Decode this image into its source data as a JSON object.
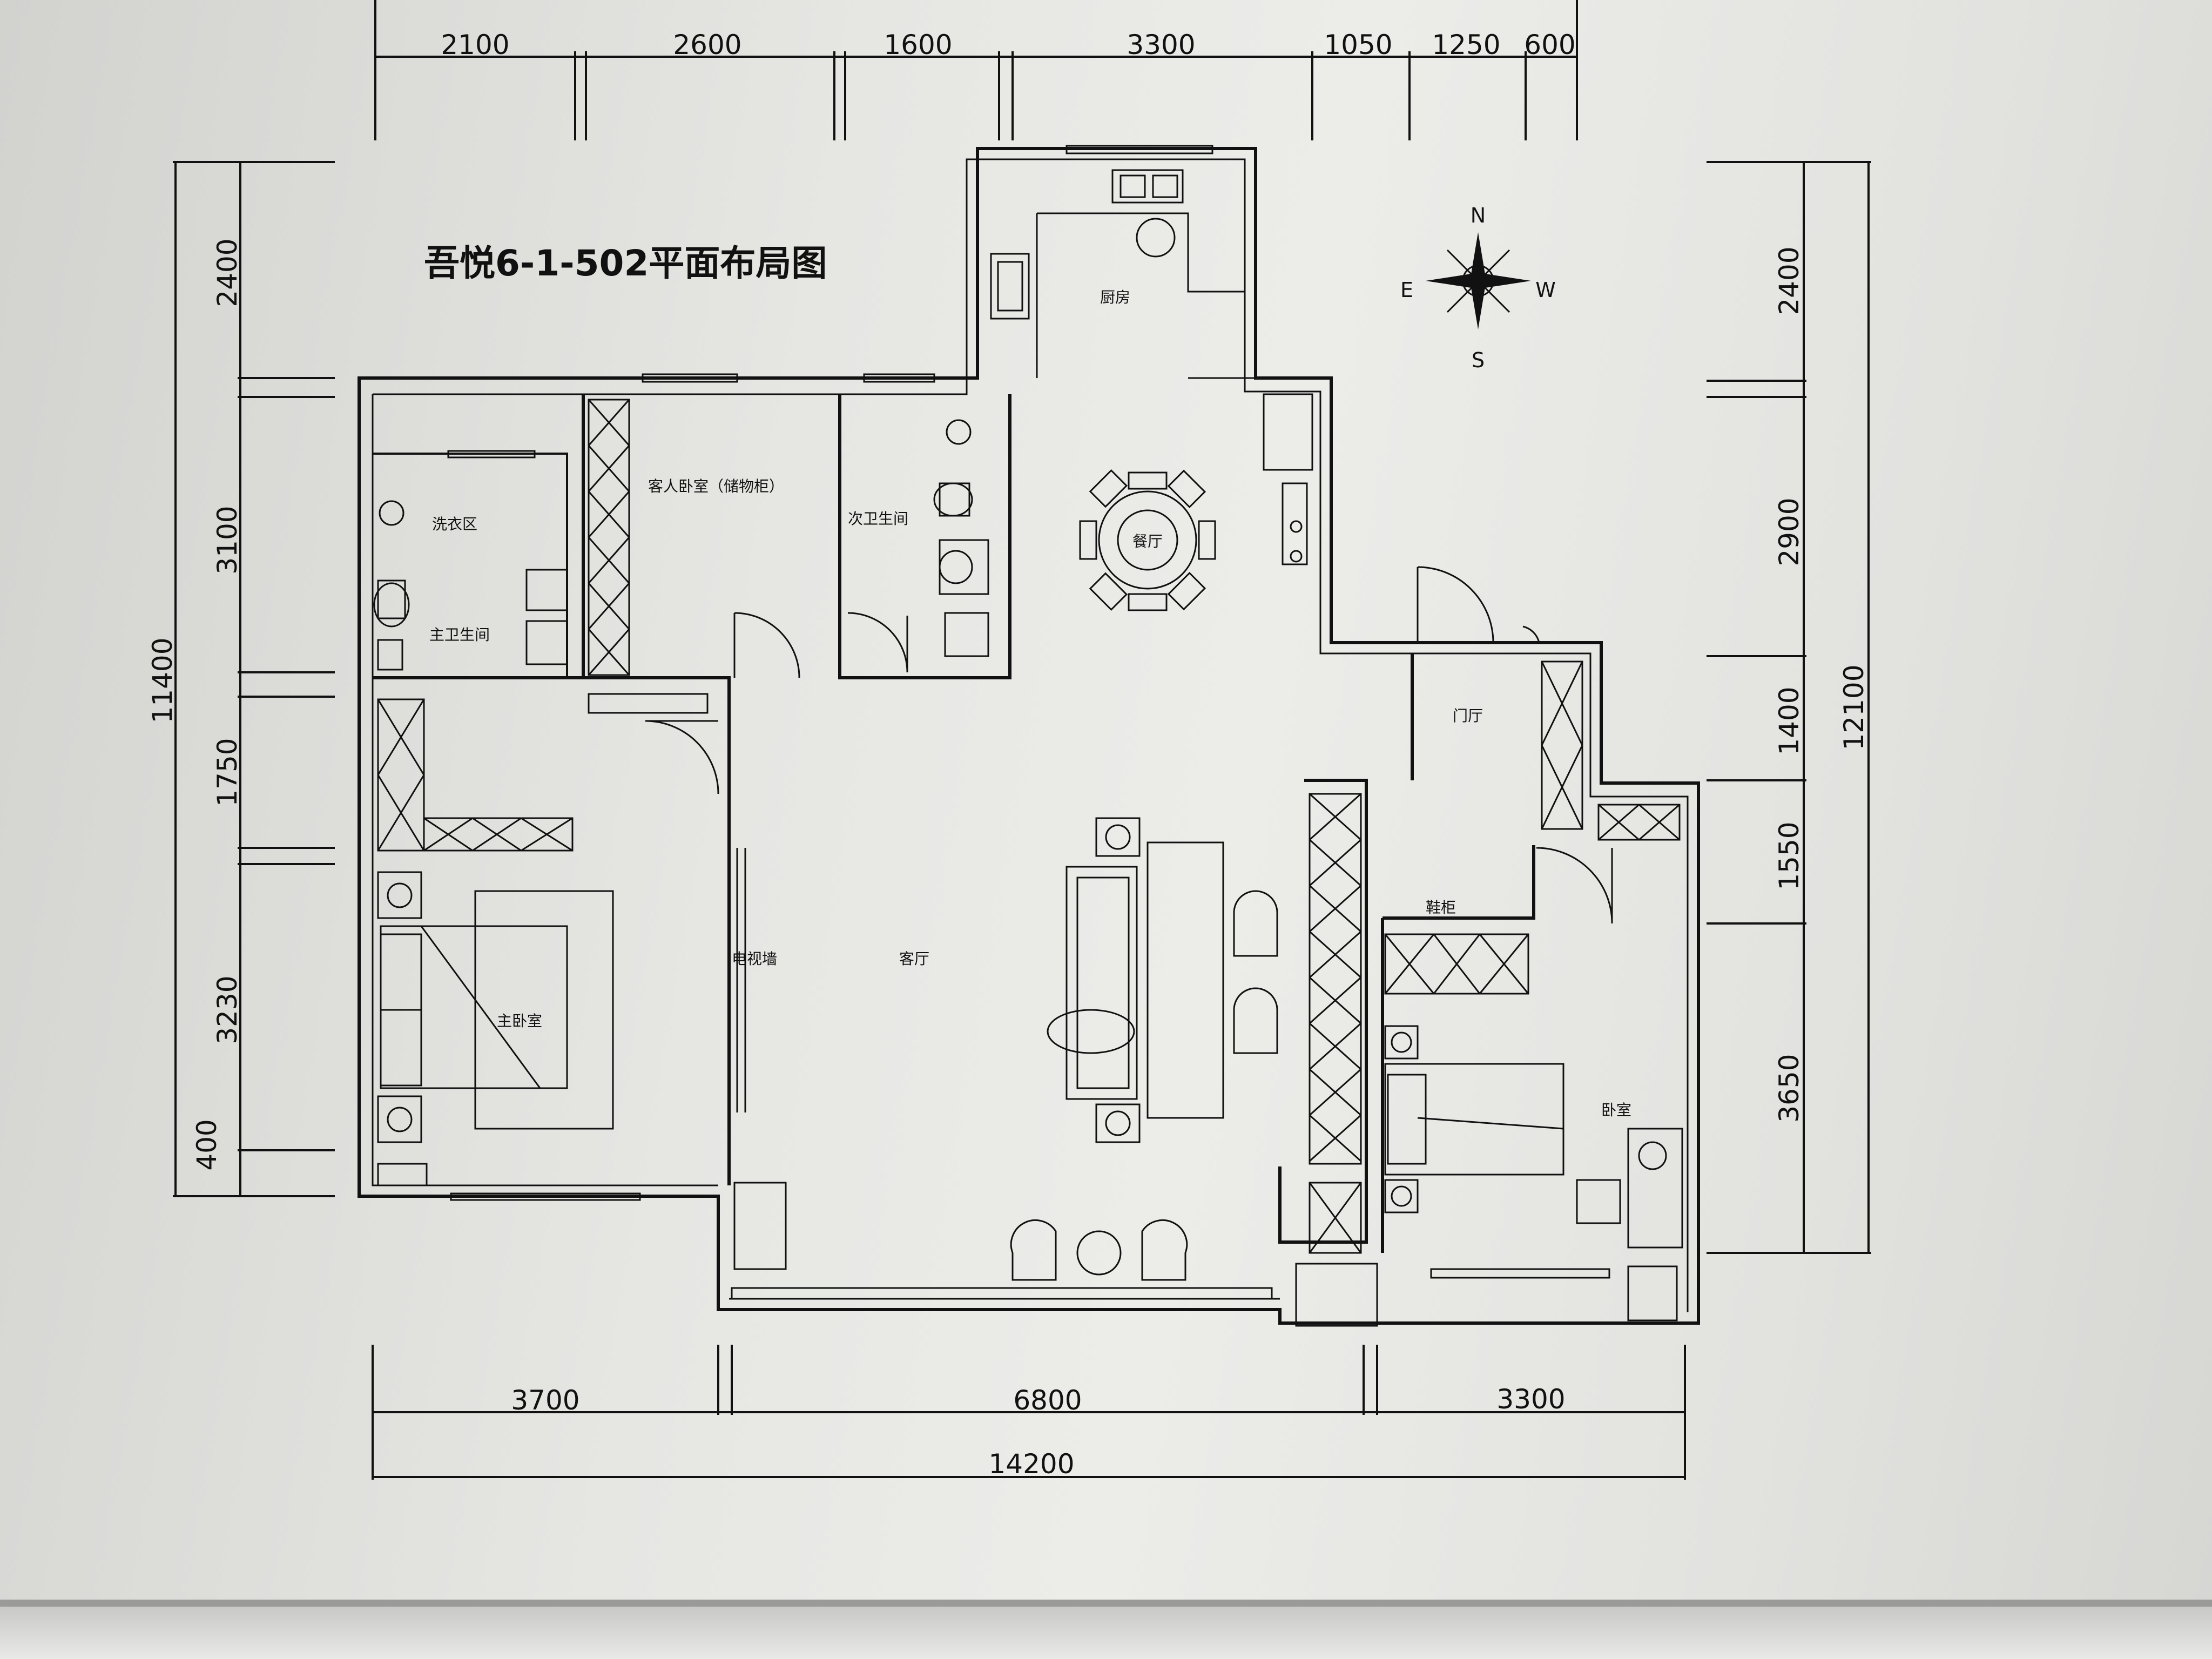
{
  "title": "吾悦6-1-502平面布局图",
  "compass": {
    "n": "N",
    "s": "S",
    "e": "E",
    "w": "W"
  },
  "dims_top": [
    "2100",
    "2600",
    "1600",
    "3300",
    "1050",
    "1250",
    "600"
  ],
  "dims_bottom": [
    "3700",
    "6800",
    "3300"
  ],
  "dim_bottom_total": "14200",
  "dims_left": [
    "2400",
    "3100",
    "1750",
    "3230",
    "400"
  ],
  "dim_left_total": "11400",
  "dims_right": [
    "2400",
    "2900",
    "1400",
    "1550",
    "3650"
  ],
  "dim_right_total": "12100",
  "rooms": {
    "kitchen": "厨房",
    "dining": "餐厅",
    "guest_bedroom": "客人卧室（储物柜）",
    "second_bath": "次卫生间",
    "laundry": "洗衣区",
    "master_bath": "主卫生间",
    "foyer": "门厅",
    "shoe_cabinet": "鞋柜",
    "living": "客厅",
    "tv_wall": "电视墙",
    "master_bedroom": "主卧室",
    "bedroom": "卧室"
  }
}
